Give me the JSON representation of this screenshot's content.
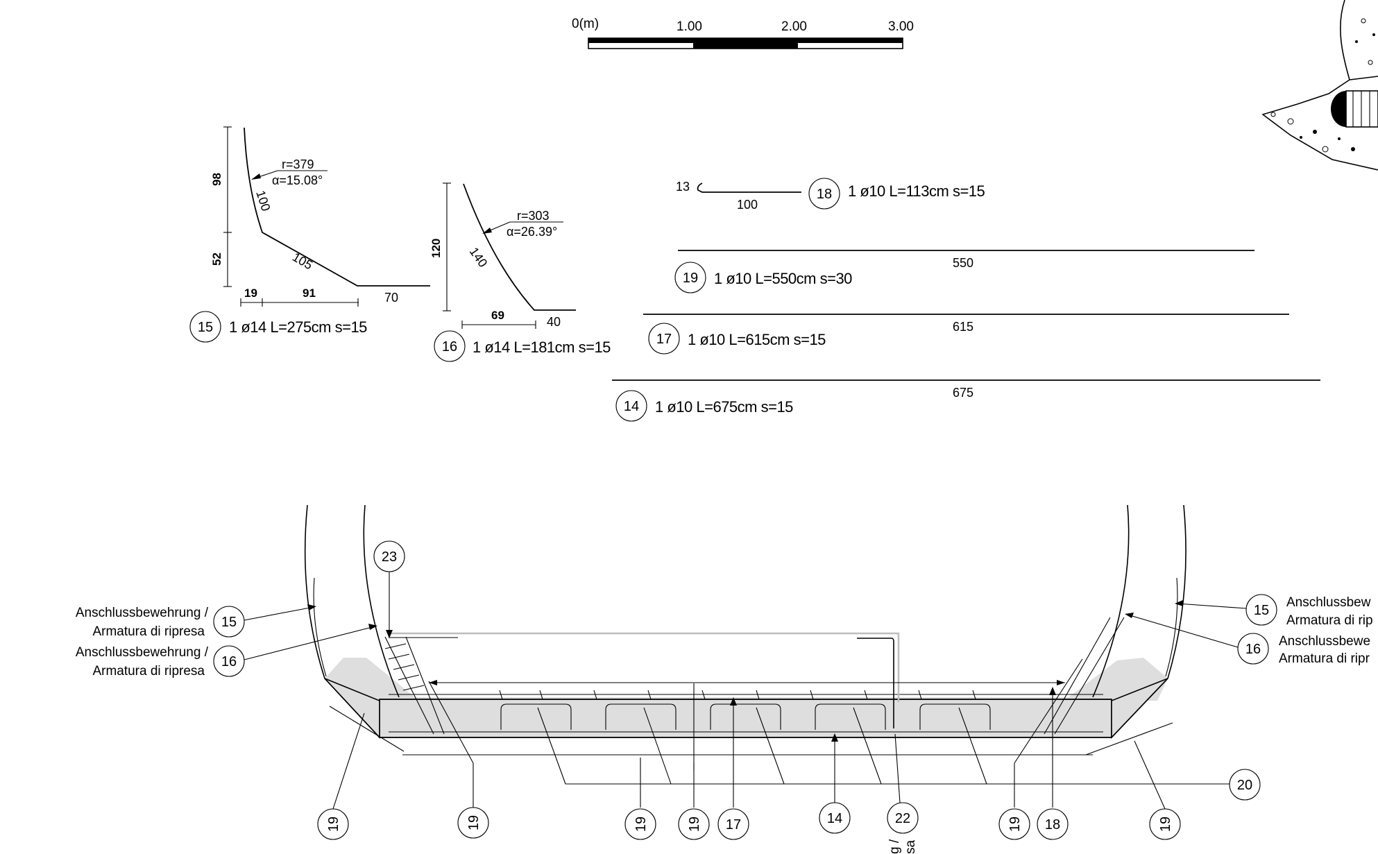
{
  "scale_bar": {
    "labels": [
      "0(m)",
      "1.00",
      "2.00",
      "3.00"
    ]
  },
  "bars": {
    "b15": {
      "mark": "15",
      "spec": "1 ø14 L=275cm s=15",
      "dims": {
        "h1": "98",
        "h2": "52",
        "w1": "19",
        "w2": "91",
        "s1": "100",
        "s2": "105",
        "s3": "70"
      },
      "radius": "r=379",
      "angle": "α=15.08°"
    },
    "b16": {
      "mark": "16",
      "spec": "1 ø14 L=181cm s=15",
      "dims": {
        "h1": "120",
        "w1": "69",
        "s1": "140",
        "s2": "40"
      },
      "radius": "r=303",
      "angle": "α=26.39°"
    },
    "b18": {
      "mark": "18",
      "spec": "1 ø10 L=113cm s=15",
      "dims": {
        "hook": "13",
        "len": "100"
      }
    },
    "b19": {
      "mark": "19",
      "spec": "1 ø10 L=550cm s=30",
      "len": "550"
    },
    "b17": {
      "mark": "17",
      "spec": "1 ø10 L=615cm s=15",
      "len": "615"
    },
    "b14": {
      "mark": "14",
      "spec": "1 ø10 L=675cm s=15",
      "len": "675"
    }
  },
  "section": {
    "left_note_15": {
      "mark": "15",
      "line1": "Anschlussbewehrung /",
      "line2": "Armatura di ripresa"
    },
    "left_note_16": {
      "mark": "16",
      "line1": "Anschlussbewehrung /",
      "line2": "Armatura di ripresa"
    },
    "right_note_15": {
      "mark": "15",
      "line1": "Anschlussbew",
      "line2": "Armatura di rip"
    },
    "right_note_16": {
      "mark": "16",
      "line1": "Anschlussbewe",
      "line2": "Armatura di ripr"
    },
    "top_mark": "23",
    "right_mark": "20",
    "bottom_marks": [
      "19",
      "19",
      "19",
      "19",
      "17",
      "14",
      "22",
      "19",
      "18",
      "19"
    ],
    "rotated_text": [
      "g /",
      "sa"
    ]
  }
}
